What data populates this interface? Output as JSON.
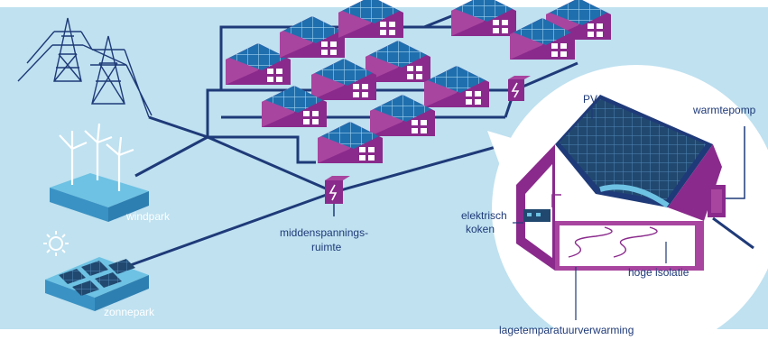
{
  "labels": {
    "windpark": "windpark",
    "zonnepark": "zonnepark",
    "middenspanning_line1": "middenspannings-",
    "middenspanning_line2": "ruimte",
    "pv": "PV",
    "warmtepomp": "warmtepomp",
    "elektrisch_line1": "elektrisch",
    "elektrisch_line2": "koken",
    "hoge_isolatie": "hoge isolatie",
    "lagetemperatuur": "lagetemparatuurverwarming"
  },
  "colors": {
    "sky": "#bfe1f0",
    "grid_line": "#1f3a78",
    "house_purple": "#8a2a8c",
    "house_light": "#a8459f",
    "panel_blue": "#1f6fae",
    "platform": "#6ec2e3",
    "platform_side": "#3a92c4",
    "callout": "#ffffff"
  }
}
